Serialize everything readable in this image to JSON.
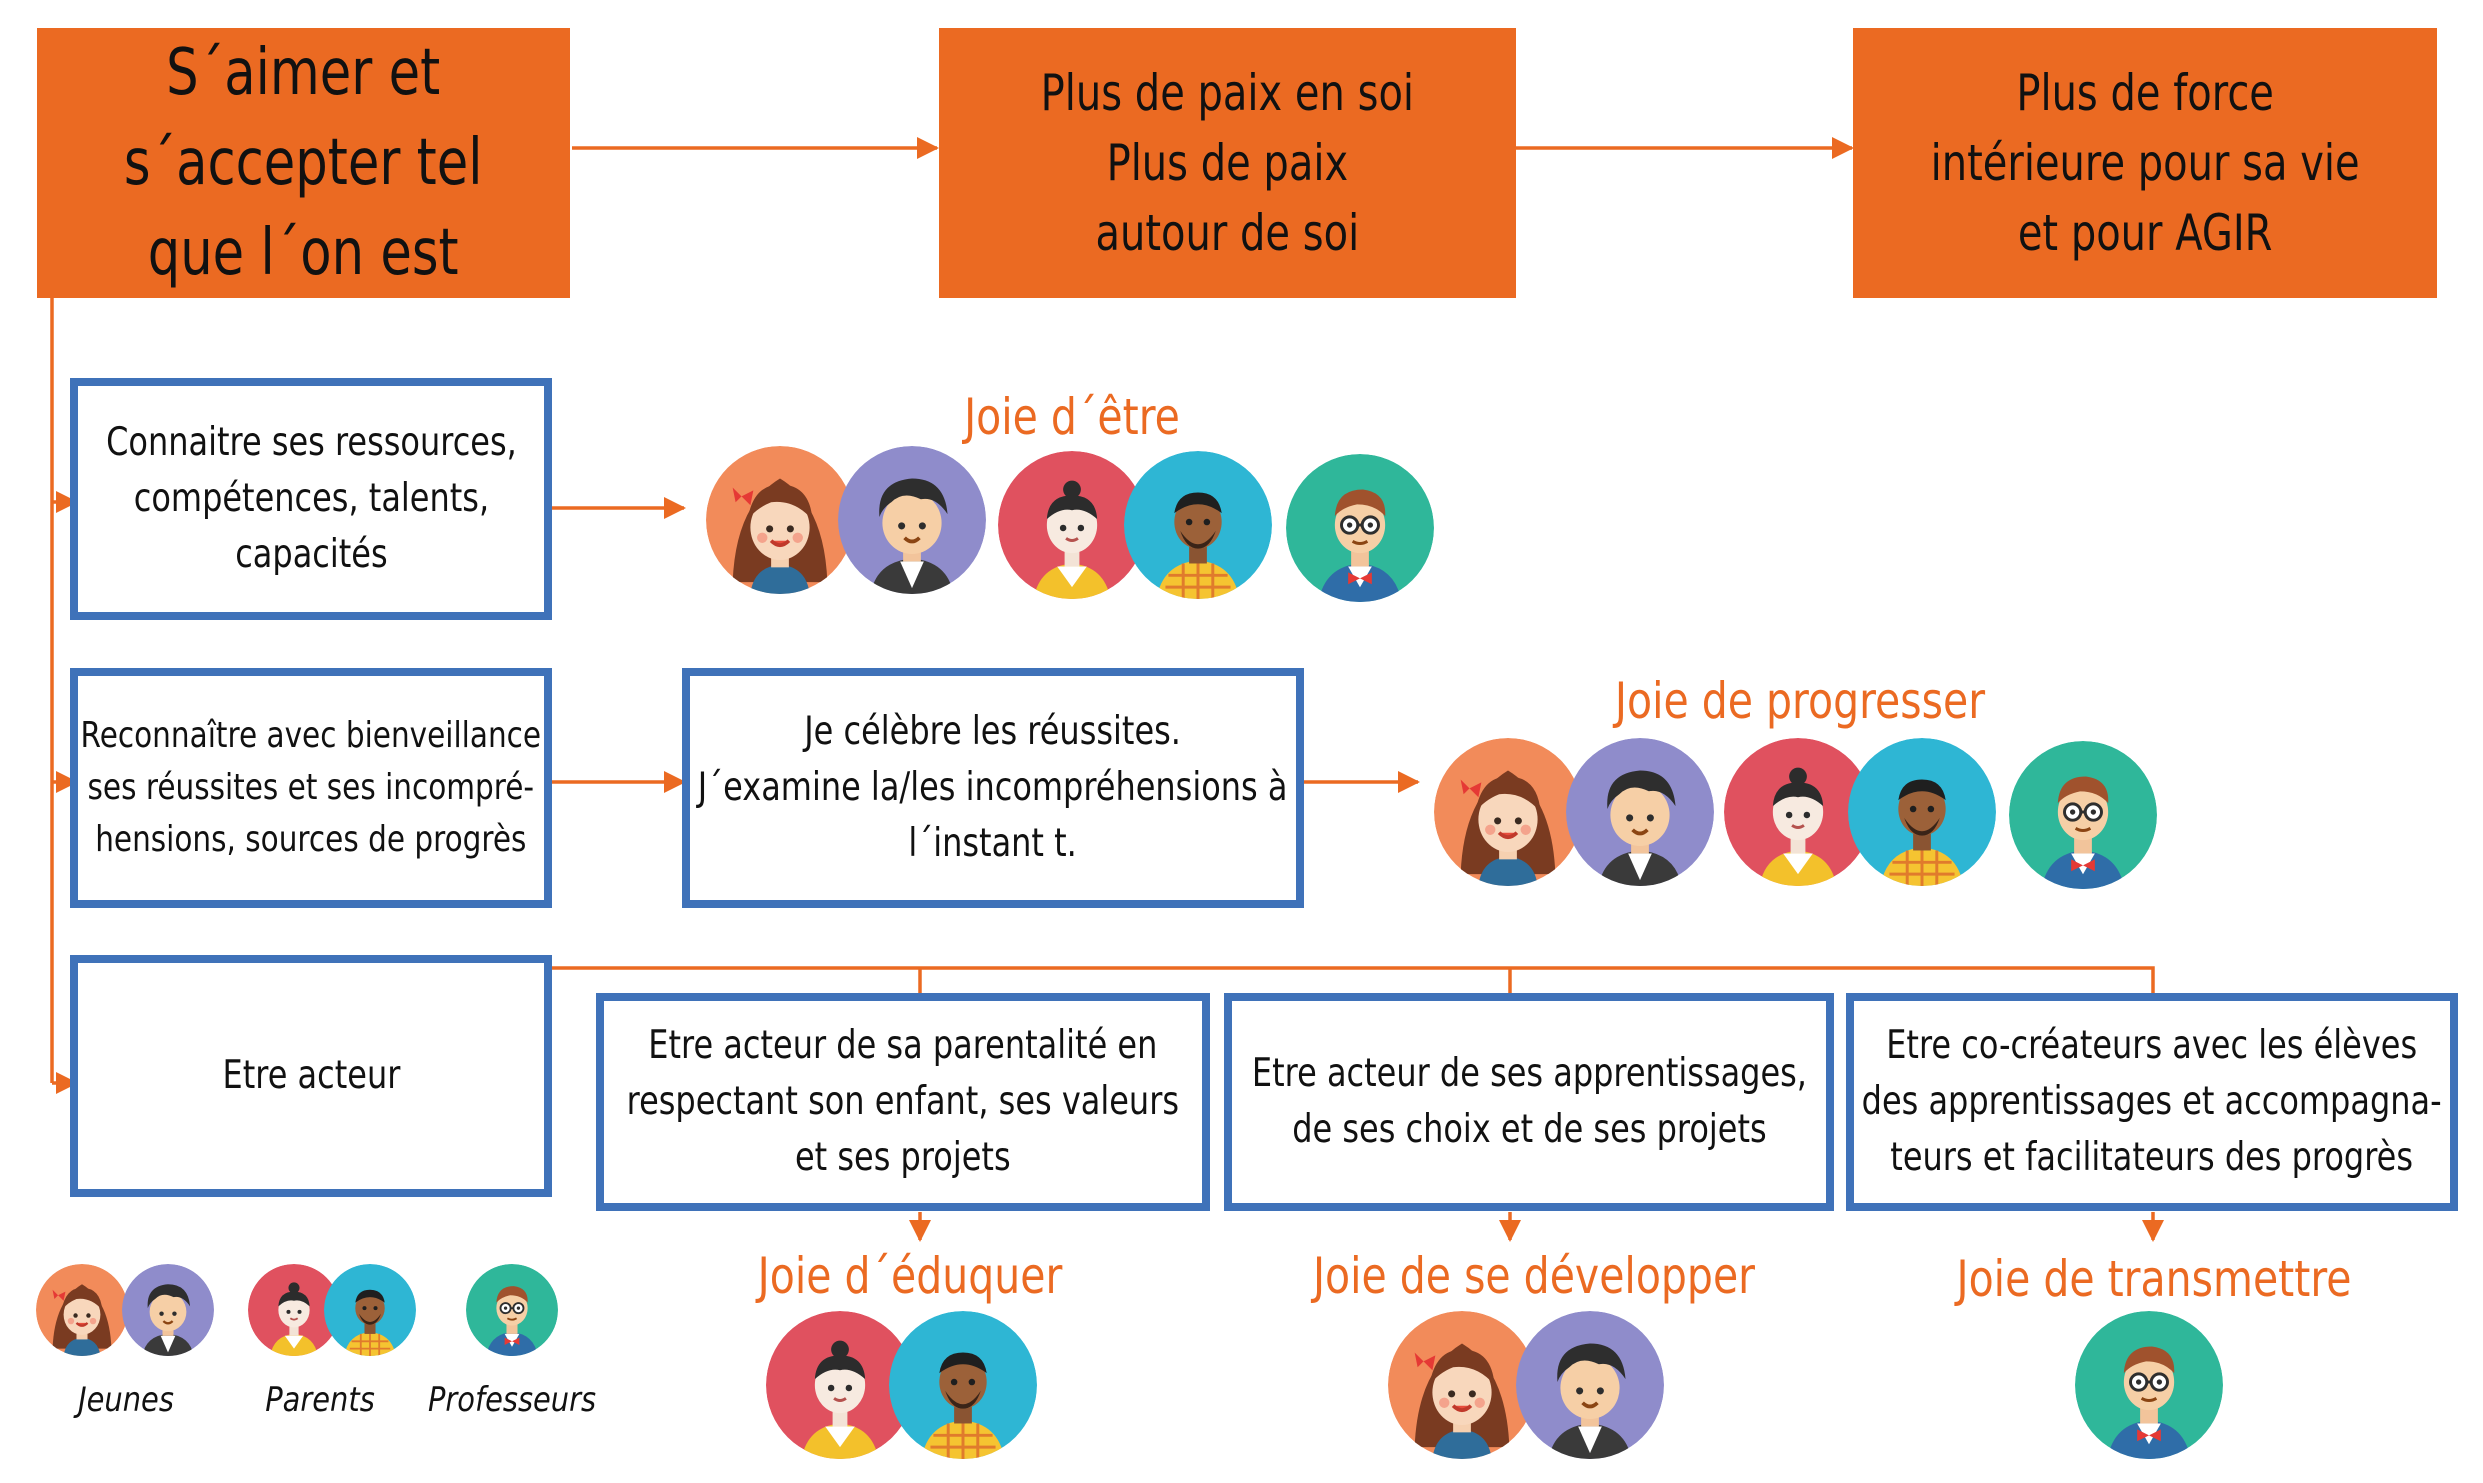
{
  "top_row": {
    "box1": {
      "lines": [
        "S´aimer et",
        "s´accepter tel",
        "que l´on est"
      ]
    },
    "box2": {
      "lines": [
        "Plus de paix en soi",
        "Plus de paix",
        "autour de soi"
      ]
    },
    "box3": {
      "lines": [
        "Plus de force",
        "intérieure pour sa vie",
        "et pour AGIR"
      ]
    }
  },
  "rows": {
    "row1": {
      "box": {
        "lines": [
          "Connaitre ses ressources,",
          "compétences, talents,",
          "capacités"
        ]
      },
      "joy": "Joie d´être"
    },
    "row2": {
      "box": {
        "lines": [
          "Reconnaître avec bienveillance",
          "ses réussites et ses incompré-",
          "hensions, sources de progrès"
        ]
      },
      "middle": {
        "lines": [
          "Je célèbre les réussites.",
          "J´examine la/les incompréhensions à",
          "l´instant t."
        ]
      },
      "joy": "Joie de progresser"
    },
    "row3": {
      "box": {
        "lines": [
          "Etre acteur"
        ]
      },
      "branches": [
        {
          "lines": [
            "Etre acteur de sa parentalité en",
            "respectant son enfant, ses valeurs",
            "et ses projets"
          ],
          "joy": "Joie d´éduquer"
        },
        {
          "lines": [
            "Etre acteur de ses apprentissages,",
            "de ses choix et de ses projets"
          ],
          "joy": "Joie de se développer"
        },
        {
          "lines": [
            "Etre co-créateurs avec les élèves",
            "des apprentissages et accompagna-",
            "teurs et facilitateurs des progrès"
          ],
          "joy": "Joie de transmettre"
        }
      ]
    }
  },
  "legend": {
    "jeunes": "Jeunes",
    "parents": "Parents",
    "professeurs": "Professeurs"
  },
  "colors": {
    "orange": "#EB6A22",
    "blue_border": "#3F72B9",
    "girl_bg": "#F28B5A",
    "boy_bg": "#8F8CCB",
    "woman_bg": "#E0515F",
    "man_bg": "#2EB6D4",
    "teacher_bg": "#2FB79A"
  }
}
